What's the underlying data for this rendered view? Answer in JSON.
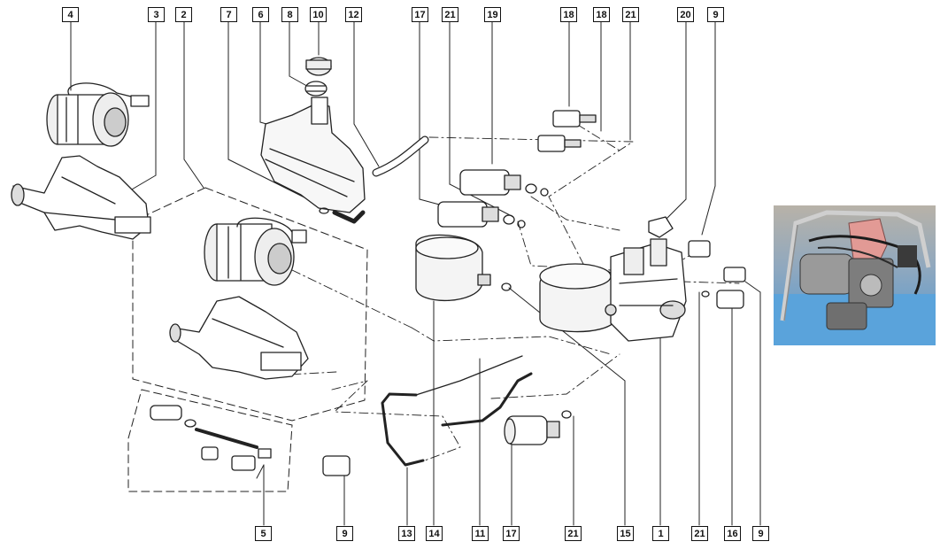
{
  "diagram": {
    "callouts_top": [
      "4",
      "3",
      "2",
      "7",
      "6",
      "8",
      "10",
      "12",
      "17",
      "21",
      "19",
      "18",
      "18",
      "21",
      "20",
      "9"
    ],
    "callouts_bottom": [
      "5",
      "9",
      "13",
      "14",
      "11",
      "17",
      "21",
      "15",
      "1",
      "21",
      "16",
      "9"
    ]
  },
  "colors": {
    "line": "#222222",
    "tank": "#f4f4f4",
    "photo_bg": "#5f9fd0",
    "photo_reservoir": "#e29a95",
    "photo_frame": "#c9c9c9"
  }
}
